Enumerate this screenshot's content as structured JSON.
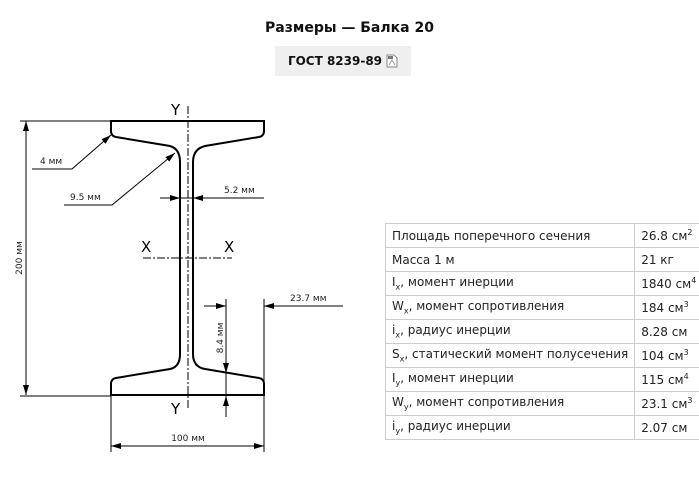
{
  "title": "Размеры — Балка 20",
  "gost": {
    "label": "ГОСТ 8239-89",
    "icon": "pdf-document-icon"
  },
  "drawing": {
    "height": "200 мм",
    "width": "100 мм",
    "web": "5.2 мм",
    "r1": "4 мм",
    "r2": "9.5 мм",
    "flange": "8.4 мм",
    "offset": "23.7 мм",
    "axis_x": "X",
    "axis_y": "Y"
  },
  "properties": [
    {
      "sym": "",
      "sub": "",
      "label": "Площадь поперечного сечения",
      "value": "26.8 см",
      "exp": "2"
    },
    {
      "sym": "",
      "sub": "",
      "label": "Масса 1 м",
      "value": "21 кг",
      "exp": ""
    },
    {
      "sym": "I",
      "sub": "x",
      "label": ", момент инерции",
      "value": "1840 см",
      "exp": "4"
    },
    {
      "sym": "W",
      "sub": "x",
      "label": ", момент сопротивления",
      "value": "184 см",
      "exp": "3"
    },
    {
      "sym": "i",
      "sub": "x",
      "label": ", радиус инерции",
      "value": "8.28 см",
      "exp": ""
    },
    {
      "sym": "S",
      "sub": "x",
      "label": ", статический момент полусечения",
      "value": "104 см",
      "exp": "3"
    },
    {
      "sym": "I",
      "sub": "y",
      "label": ", момент инерции",
      "value": "115 см",
      "exp": "4"
    },
    {
      "sym": "W",
      "sub": "y",
      "label": ", момент сопротивления",
      "value": "23.1 см",
      "exp": "3"
    },
    {
      "sym": "i",
      "sub": "y",
      "label": ", радиус инерции",
      "value": "2.07 см",
      "exp": ""
    }
  ]
}
